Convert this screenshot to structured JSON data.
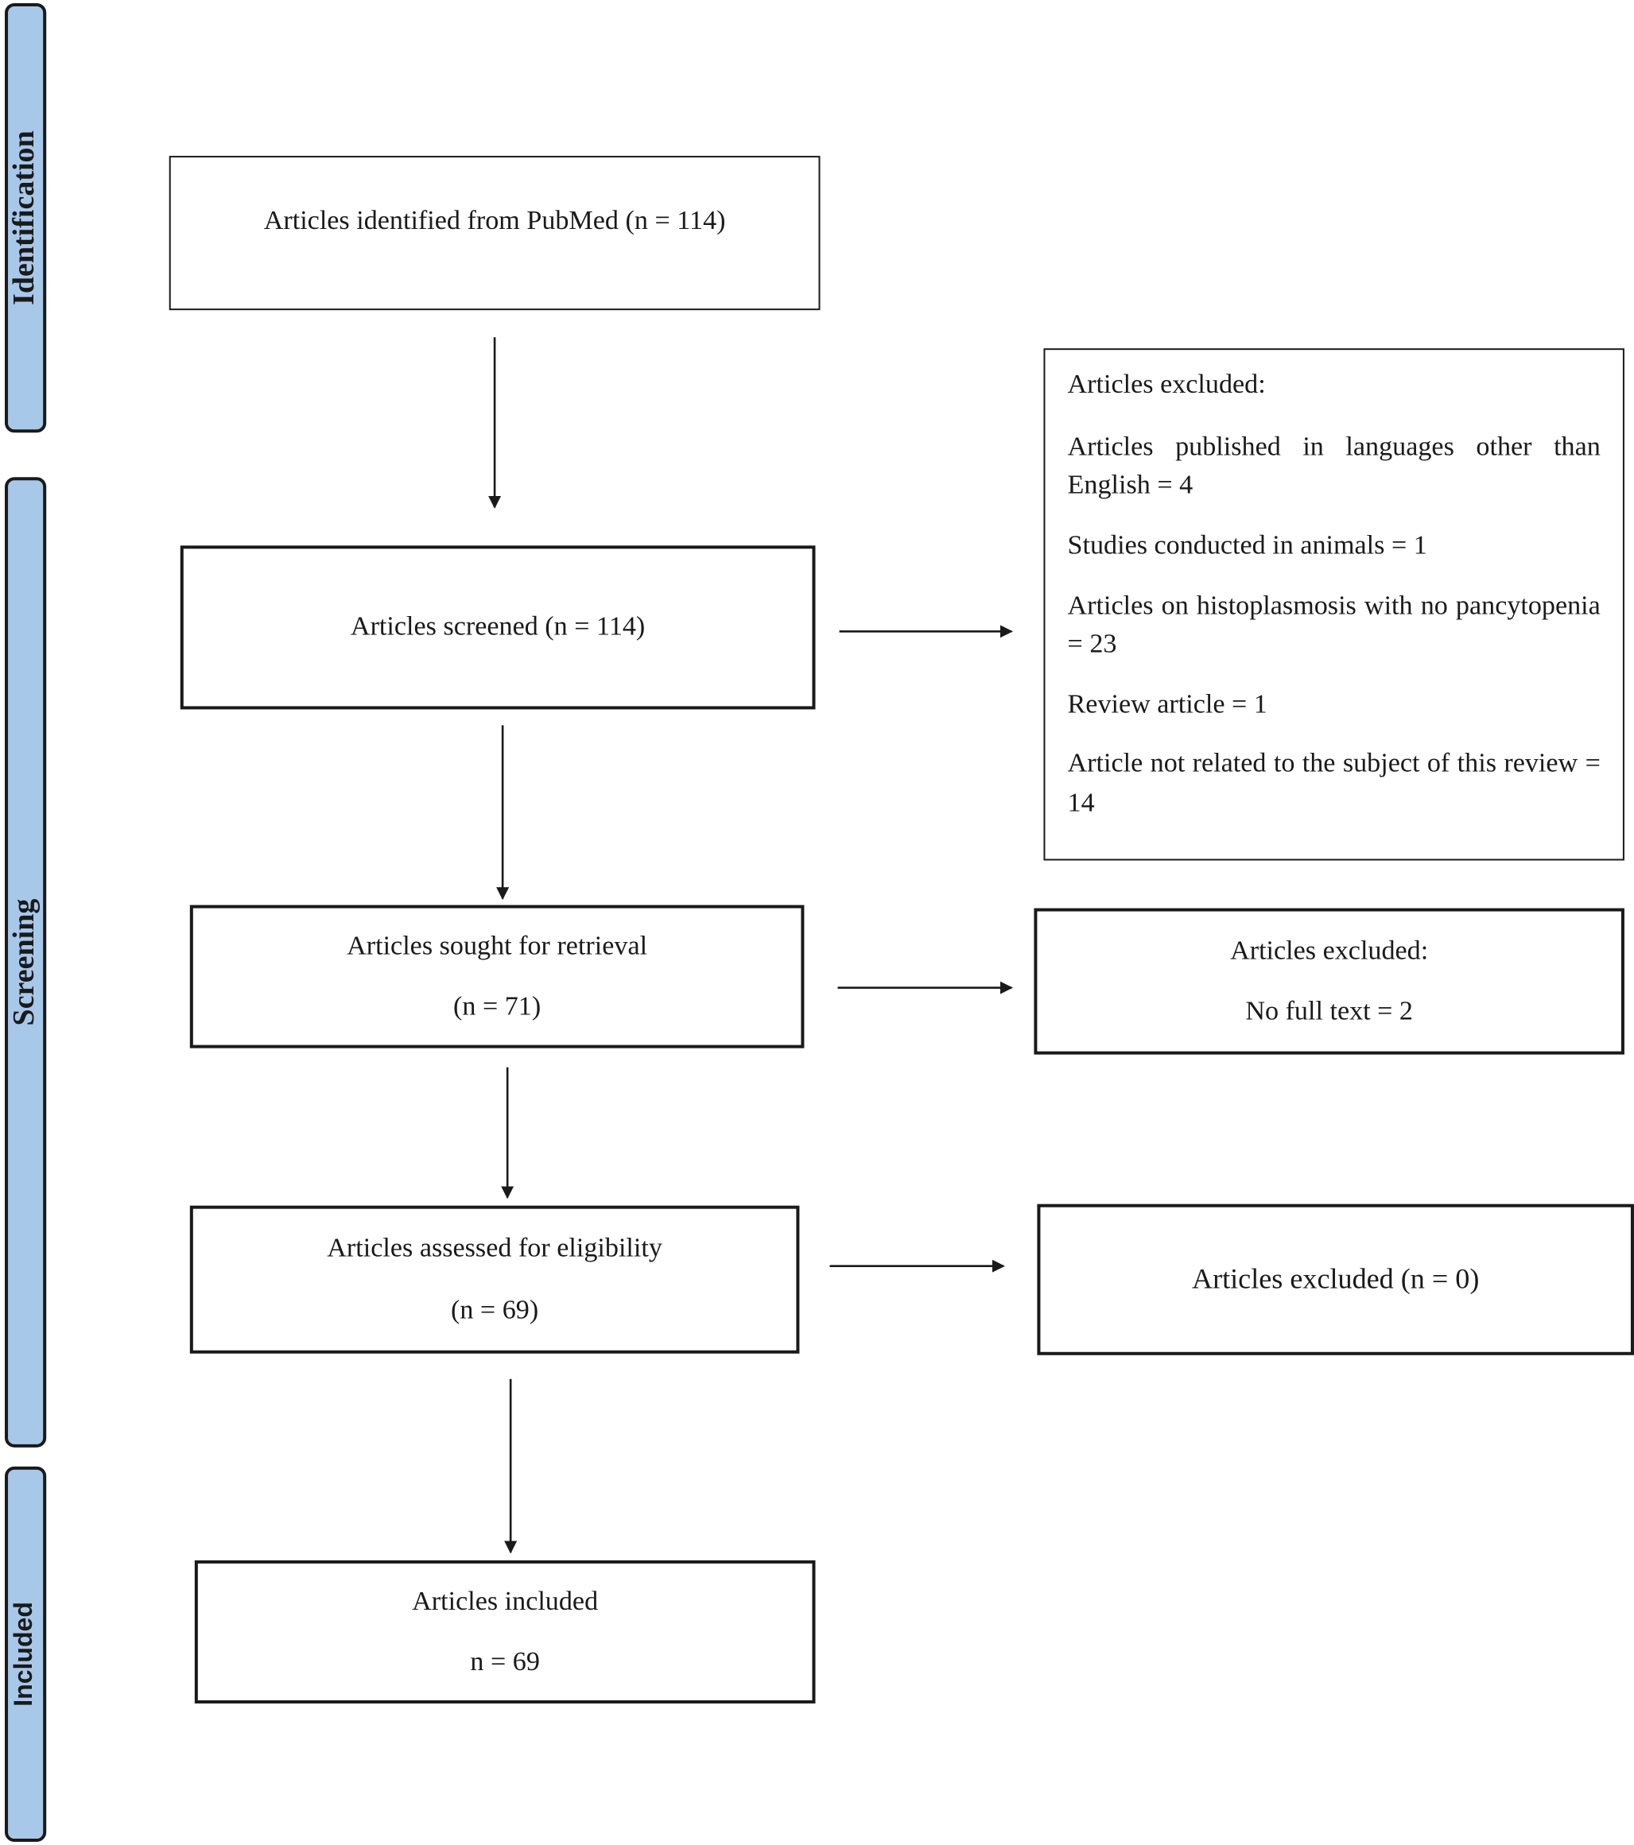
{
  "phases": {
    "identification": "Identification",
    "screening": "Screening",
    "included": "Included"
  },
  "boxes": {
    "identified": "Articles identified from PubMed (n = 114)",
    "screened": "Articles screened (n = 114)",
    "sought_line1": "Articles sought for retrieval",
    "sought_line2": "(n = 71)",
    "assessed_line1": "Articles assessed for eligibility",
    "assessed_line2": "(n = 69)",
    "included_line1": "Articles included",
    "included_line2": "n = 69"
  },
  "exclusions": {
    "screening": {
      "heading": "Articles excluded:",
      "items": [
        "Articles published in languages other than English = 4",
        "Studies conducted in animals = 1",
        "Articles on histoplasmosis with no pancytopenia = 23",
        "Review article = 1",
        "Article not related to the subject of this review = 14"
      ]
    },
    "retrieval": {
      "heading": "Articles excluded:",
      "detail": "No full text = 2"
    },
    "eligibility": "Articles excluded (n = 0)"
  },
  "colors": {
    "phase_fill": "#a8c8ea",
    "stroke": "#1a1a1a"
  }
}
